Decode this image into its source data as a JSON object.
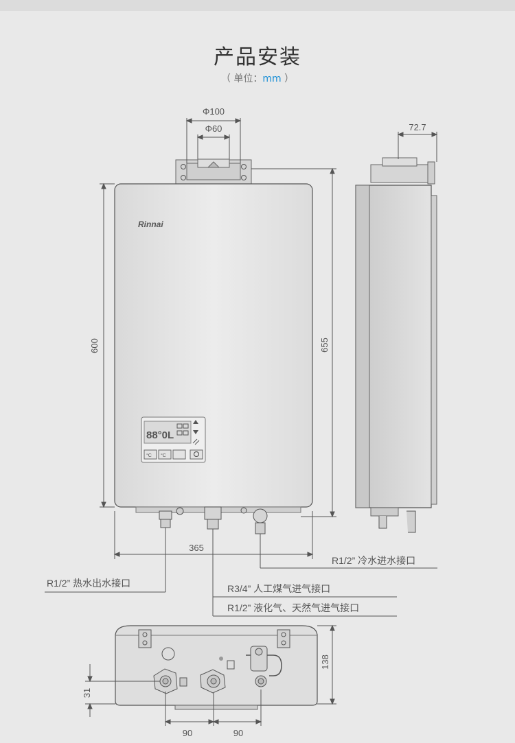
{
  "header": {
    "title": "产品安装",
    "unit_open": "（ 单位：",
    "unit_value": "mm",
    "unit_close": " ）"
  },
  "brand": "Rinnai",
  "display": {
    "digits": "88°0L"
  },
  "dimensions": {
    "phi100": "Φ100",
    "phi60": "Φ60",
    "side_depth": "72.7",
    "height_600": "600",
    "height_655": "655",
    "width_365": "365",
    "bottom_depth_138": "138",
    "bottom_offset_31": "31",
    "spacing_left_90": "90",
    "spacing_right_90": "90"
  },
  "connections": {
    "cold_in": "R1/2”  冷水进水接口",
    "hot_out": "R1/2”  热水出水接口",
    "gas_manmade": "R3/4”  人工煤气进气接口",
    "gas_lpg": "R1/2”  液化气、天然气进气接口"
  },
  "colors": {
    "background": "#e9e9e9",
    "line": "#555555",
    "accent": "#1a8fd6"
  }
}
